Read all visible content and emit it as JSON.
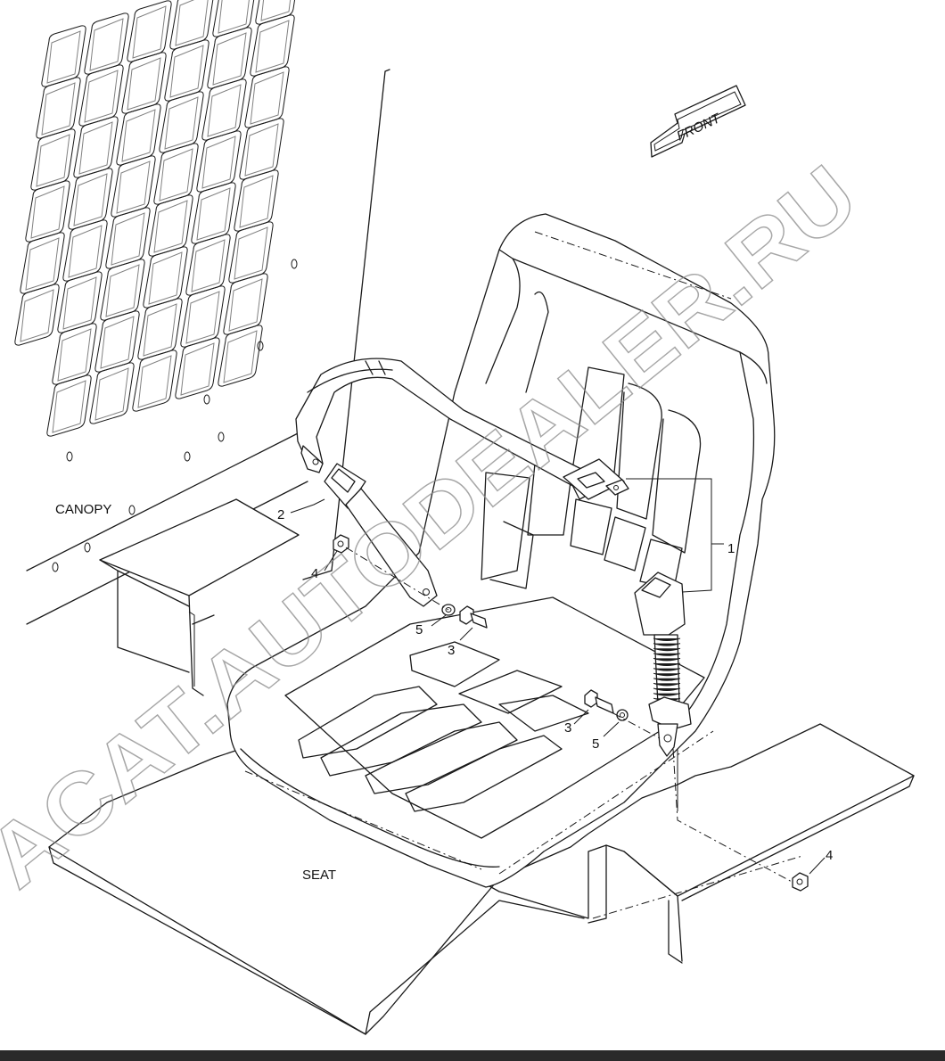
{
  "labels": {
    "canopy": "CANOPY",
    "seat": "SEAT",
    "front": "FRONT"
  },
  "callouts": {
    "c1": "1",
    "c2": "2",
    "c3a": "3",
    "c3b": "3",
    "c4a": "4",
    "c4b": "4",
    "c5a": "5",
    "c5b": "5"
  },
  "watermark": "ACAT.AUTODEALER.RU"
}
